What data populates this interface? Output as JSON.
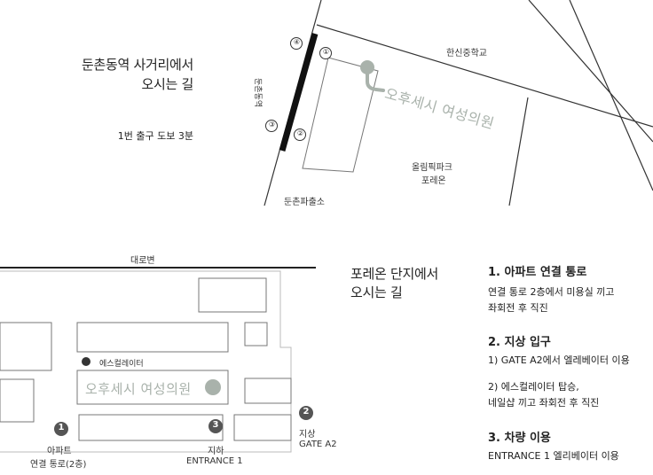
{
  "top_map": {
    "heading_line1": "둔촌동역 사거리에서",
    "heading_line2": "오시는 길",
    "exit_note": "1번 출구 도보 3분",
    "station_label": "둔촌동역",
    "school_label": "한신중학교",
    "apartment_label_line1": "올림픽파크",
    "apartment_label_line2": "포레온",
    "police_label": "둔촌파출소",
    "clinic_name": "오후세시 여성의원",
    "exit_numbers": [
      "④",
      "①",
      "③",
      "②"
    ]
  },
  "bottom_map": {
    "heading_line1": "포레온 단지에서",
    "heading_line2": "오시는 길",
    "road_label": "대로변",
    "escalator_label": "에스컬레이터",
    "clinic_name": "오후세시 여성의원",
    "marker1_number": "1",
    "marker1_line1": "아파트",
    "marker1_line2": "연결 통로(2층)",
    "marker2_number": "2",
    "marker2_line1": "지상",
    "marker2_line2": "GATE A2",
    "marker3_number": "3",
    "marker3_line1": "지하",
    "marker3_line2": "ENTRANCE 1"
  },
  "steps": [
    {
      "title": "1. 아파트 연결 통로",
      "lines": [
        "연결 통로 2층에서 미용실 끼고",
        "좌회전 후 직진"
      ]
    },
    {
      "title": "2. 지상 입구",
      "lines": [
        "1) GATE A2에서 엘레베이터 이용",
        "",
        "2) 에스컬레이터 탑승,",
        "네일샵 끼고 좌회전 후 직진"
      ]
    },
    {
      "title": "3. 차량 이용",
      "lines": [
        "ENTRANCE 1 엘리베이터 이용"
      ]
    }
  ],
  "colors": {
    "clinic": "#a9b2ab",
    "marker": "#555555",
    "lines": "#333333",
    "boxes": "#777777"
  }
}
